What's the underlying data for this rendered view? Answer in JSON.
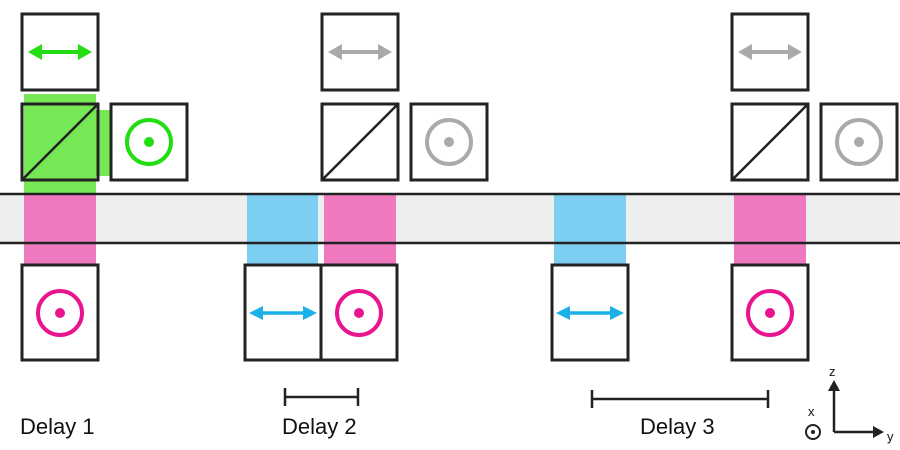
{
  "labels": {
    "delay1": "Delay 1",
    "delay2": "Delay 2",
    "delay3": "Delay 3"
  },
  "axes": {
    "z": "z",
    "x": "x",
    "y": "y"
  },
  "colors": {
    "green": "#22dd11",
    "green_fill": "#77e855",
    "gray": "#aaaaaa",
    "magenta": "#e8158f",
    "magenta_fill": "#ef79bf",
    "blue": "#1ab0e8",
    "blue_fill": "#7ccff0",
    "band": "#eeeeee",
    "outline": "#222222"
  },
  "icons": {
    "horizontal_polarization": "double-arrow-icon",
    "out_of_plane_polarization": "circle-dot-icon",
    "beam_splitter": "diagonal-split-icon"
  }
}
